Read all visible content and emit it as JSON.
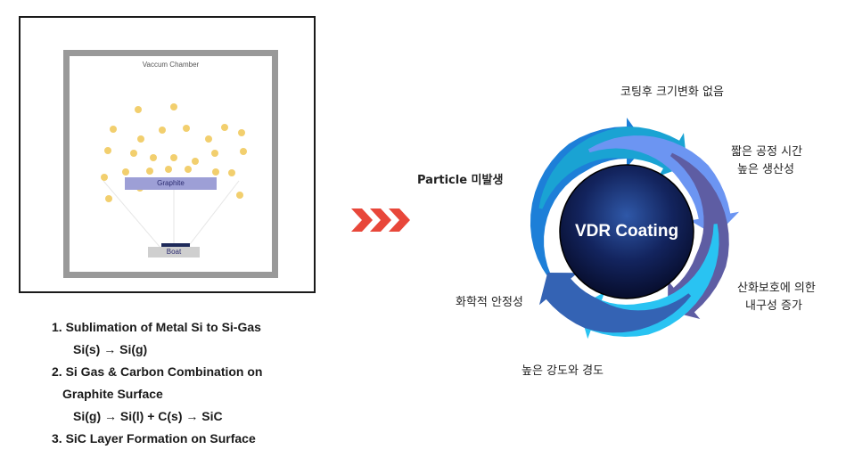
{
  "diagram": {
    "chamber_label": "Vaccum Chamber",
    "graphite_label": "Graphite",
    "boat_label": "Boat"
  },
  "steps": [
    "1. Sublimation of Metal Si to Si-Gas",
    "Si(s)  → Si(g)",
    "2. Si Gas & Carbon Combination on",
    "Graphite Surface",
    "Si(g) → Si(l) + C(s) → SiC",
    "3. SiC Layer Formation on Surface"
  ],
  "cycle": {
    "center": "VDR Coating",
    "benefits": [
      "코팅후 크기변화 없음",
      "짧은 공정 시간",
      "높은 생산성",
      "산화보호에 의한",
      "내구성 증가",
      "높은 강도와 경도",
      "화학적 안정성",
      "Particle 미발생"
    ]
  },
  "colors": {
    "particle": "#f2cf6e",
    "graphite": "#9d9fd6",
    "chevron": "#e8473a",
    "center_dark": "#0c1640",
    "arrow_1": "#6c95f2",
    "arrow_2": "#5e5da3",
    "arrow_3": "#29c3f2",
    "arrow_4": "#3463b4",
    "arrow_5": "#1d7fd8",
    "arrow_6": "#1aa3d3"
  }
}
